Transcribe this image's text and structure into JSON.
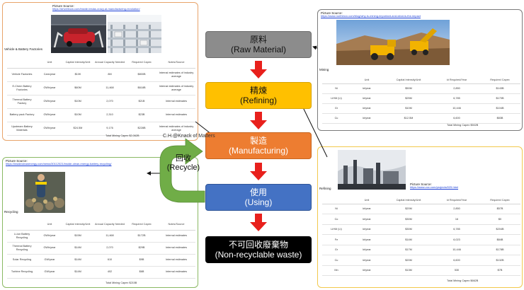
{
  "flow": {
    "raw": {
      "zh": "原料",
      "en": "(Raw Material)"
    },
    "refining": {
      "zh": "精煉",
      "en": "(Refining)"
    },
    "manufacturing": {
      "zh": "製造",
      "en": "(Manufacturing)"
    },
    "using": {
      "zh": "使用",
      "en": "(Using)"
    },
    "waste": {
      "zh": "不可回收廢棄物",
      "en": "(Non-recyclable waste)"
    },
    "recycle": {
      "zh": "回收",
      "en": "(Recycle)"
    }
  },
  "watermark": "C.H.@Knack of Matters",
  "colors": {
    "raw": "#8c8c8c",
    "refining": "#ffc000",
    "manufacturing": "#ed7d31",
    "using": "#4472c4",
    "waste": "#000000",
    "arrow_red": "#e8201c",
    "recycle_green": "#70ad47"
  },
  "vehicle": {
    "picture_source_label": "Picture Source:",
    "picture_source_url": "https://driveitnow.com/inside-teslas-crazy-ai-manufacturing-revolution/",
    "section_label": "Vehicle & Battery Factories",
    "headers": [
      "",
      "Unit",
      "Capital Intensity/Unit",
      "Annual Capacity Needed",
      "Required Capex",
      "Notes/Source"
    ],
    "rows": [
      [
        "Vehicle Factories",
        "Cars/year",
        "$10K",
        "8M",
        "$800B",
        "Internal estimates of industry average"
      ],
      [
        "E-Chem Battery Factories",
        "GWh/year",
        "$60M",
        "11,468",
        "$618B",
        "Internal estimates of industry average"
      ],
      [
        "Thermal Battery Factory",
        "GWh/year",
        "$10M",
        "2,070",
        "$21B",
        "Internal estimates"
      ],
      [
        "Battery pack Factory",
        "GWh/year",
        "$10M",
        "2,310",
        "$23B",
        "Internal estimates"
      ],
      [
        "Upstream Battery Materials",
        "GWh/year",
        "$24.5M",
        "9,176",
        "$228B",
        "Internal estimates of industry average"
      ]
    ],
    "total": "Total Mining Capex   $2,062B"
  },
  "mining": {
    "picture_source_label": "Picture Source:",
    "picture_source_url": "https://www.northinvo.com/blog/why-is-mining-important-and-what-is-the-impact",
    "section_label": "Mining",
    "headers": [
      "",
      "Unit",
      "Capital Intensity/Unit",
      "kt Required/Year",
      "Required Capex"
    ],
    "rows": [
      [
        "Ni",
        "kt/year",
        "$50M",
        "2,850",
        "$143B"
      ],
      [
        "LiHM (Li)",
        "kt/year",
        "$25M",
        "6,785",
        "$170B"
      ],
      [
        "Gr",
        "kt/year",
        "$10M",
        "10,446",
        "$104B"
      ],
      [
        "Cu",
        "kt/year",
        "$12.5M",
        "6,600",
        "$83B"
      ]
    ],
    "total": "Total Mining Capex   $502B"
  },
  "recycle": {
    "picture_source_label": "Picture Source:",
    "picture_source_url": "https://insidecleanenergy.com/news/30112021/inside-clean-energy-battery-recycling/",
    "section_label": "Recycling",
    "headers": [
      "",
      "Unit",
      "Capital Intensity/Unit",
      "Annual Capacity Needed",
      "Required Capex",
      "Notes/Source"
    ],
    "rows": [
      [
        "Li-ion Battery Recycling",
        "GWh/year",
        "$15M",
        "11,468",
        "$172B",
        "Internal estimates"
      ],
      [
        "Thermal Battery Recycling",
        "GWh/year",
        "$14M",
        "2,070",
        "$29B",
        "Internal estimates"
      ],
      [
        "Solar Recycling",
        "GW/year",
        "$14M",
        "610",
        "$9B",
        "Internal estimates"
      ],
      [
        "Turbine Recycling",
        "GW/year",
        "$14M",
        "402",
        "$6B",
        "Internal estimates"
      ]
    ],
    "total": "Total Mining Capex   $215B"
  },
  "refining": {
    "picture_source_label": "Picture Source:",
    "picture_source_url": "https://www.vox.com/projects/025.html",
    "section_label": "Refining",
    "headers": [
      "",
      "Unit",
      "Capital Intensity/Unit",
      "kt Required/Year",
      "Required Capex"
    ],
    "rows": [
      [
        "Ni",
        "kt/year",
        "$20M",
        "2,850",
        "$57B"
      ],
      [
        "Co",
        "kt/year",
        "$30M",
        "16",
        "$0"
      ],
      [
        "LiHM (Li)",
        "kt/year",
        "$30M",
        "6,785",
        "$204B"
      ],
      [
        "Fe",
        "kt/year",
        "$14M",
        "6,023",
        "$84B"
      ],
      [
        "Gr",
        "kt/year",
        "$17M",
        "10,446",
        "$178B"
      ],
      [
        "Cu",
        "kt/year",
        "$20M",
        "6,600",
        "$132B"
      ],
      [
        "Mn",
        "kt/year",
        "$13M",
        "530",
        "$7B"
      ]
    ],
    "total": "Total Mining Capex   $662B"
  }
}
